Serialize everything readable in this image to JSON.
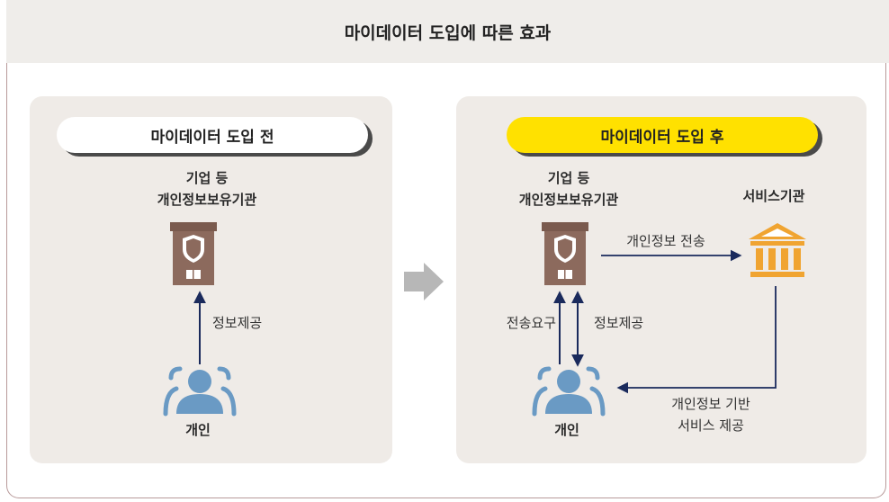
{
  "title": "마이데이터 도입에 따른 효과",
  "before": {
    "heading": "마이데이터 도입 전",
    "institution_line1": "기업 등",
    "institution_line2": "개인정보보유기관",
    "arrow_label": "정보제공",
    "person_label": "개인"
  },
  "after": {
    "heading": "마이데이터 도입 후",
    "institution_line1": "기업 등",
    "institution_line2": "개인정보보유기관",
    "service_label": "서비스기관",
    "transfer_label": "개인정보 전송",
    "request_label": "전송요구",
    "provide_label": "정보제공",
    "service_line1": "개인정보 기반",
    "service_line2": "서비스 제공",
    "person_label": "개인"
  },
  "colors": {
    "building": "#8c6a5d",
    "bank": "#f0a431",
    "person": "#6a9ac4",
    "arrow": "#1a2a5c",
    "arrow_big": "#b7b7b7"
  },
  "icons": [
    "building-shield-icon",
    "bank-icon",
    "people-icon",
    "right-arrow-icon"
  ]
}
